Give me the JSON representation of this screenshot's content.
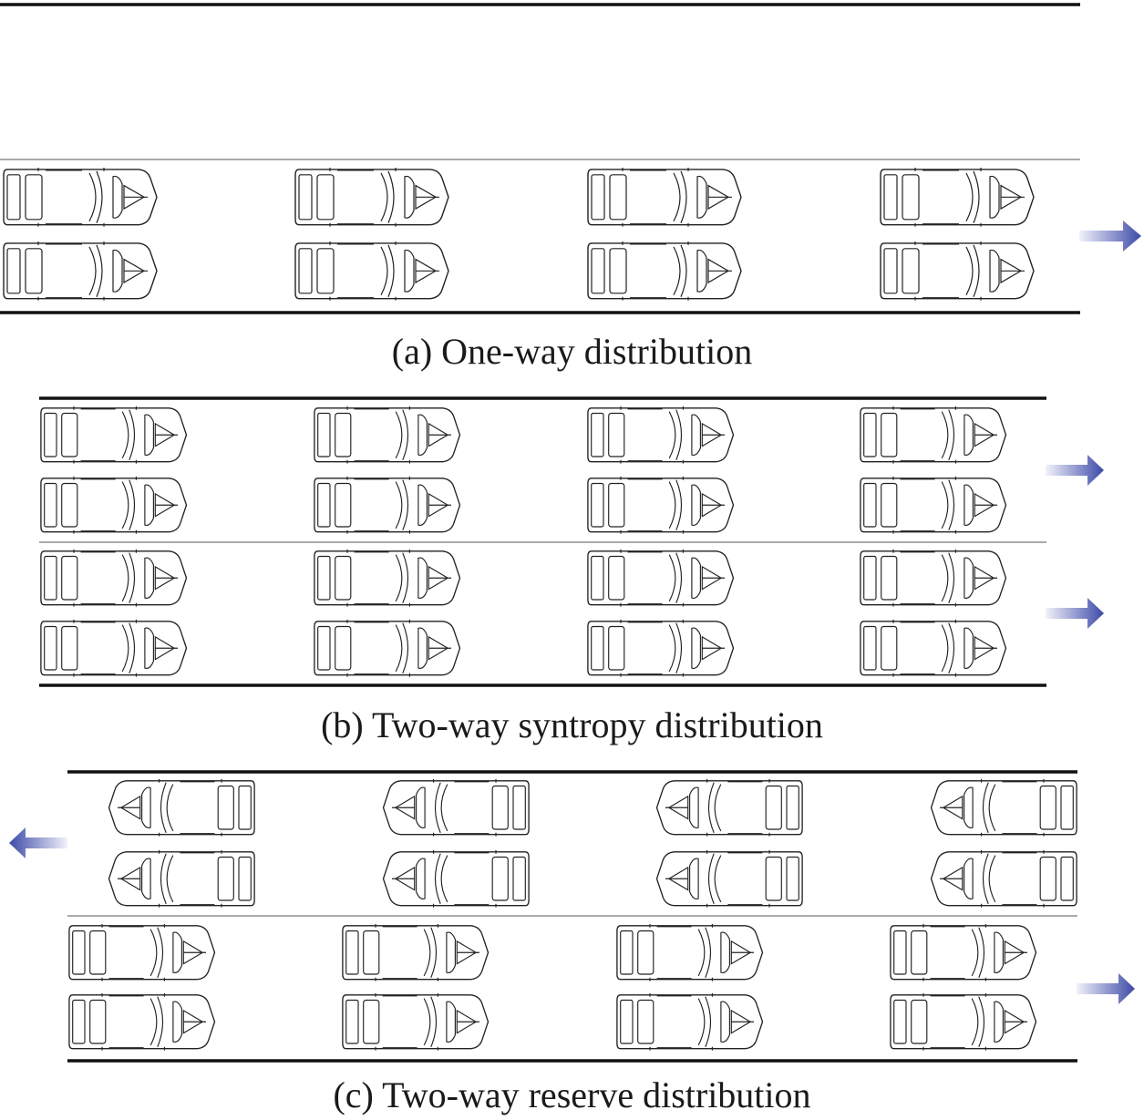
{
  "figure": {
    "panels": [
      {
        "id": "a",
        "caption": "(a) One-way distribution",
        "lanes": [
          {
            "direction": "right",
            "car_rows": 2,
            "cars_per_row": 4
          }
        ]
      },
      {
        "id": "b",
        "caption": "(b) Two-way syntropy distribution",
        "lanes": [
          {
            "direction": "right",
            "car_rows": 2,
            "cars_per_row": 4
          },
          {
            "direction": "right",
            "car_rows": 2,
            "cars_per_row": 4
          }
        ]
      },
      {
        "id": "c",
        "caption": "(c) Two-way reserve distribution",
        "lanes": [
          {
            "direction": "left",
            "car_rows": 2,
            "cars_per_row": 4
          },
          {
            "direction": "right",
            "car_rows": 2,
            "cars_per_row": 4
          }
        ]
      }
    ],
    "colors": {
      "arrow_dark": "#3d4aa8",
      "arrow_light": "#f2f2fa",
      "line": "#111111"
    }
  }
}
